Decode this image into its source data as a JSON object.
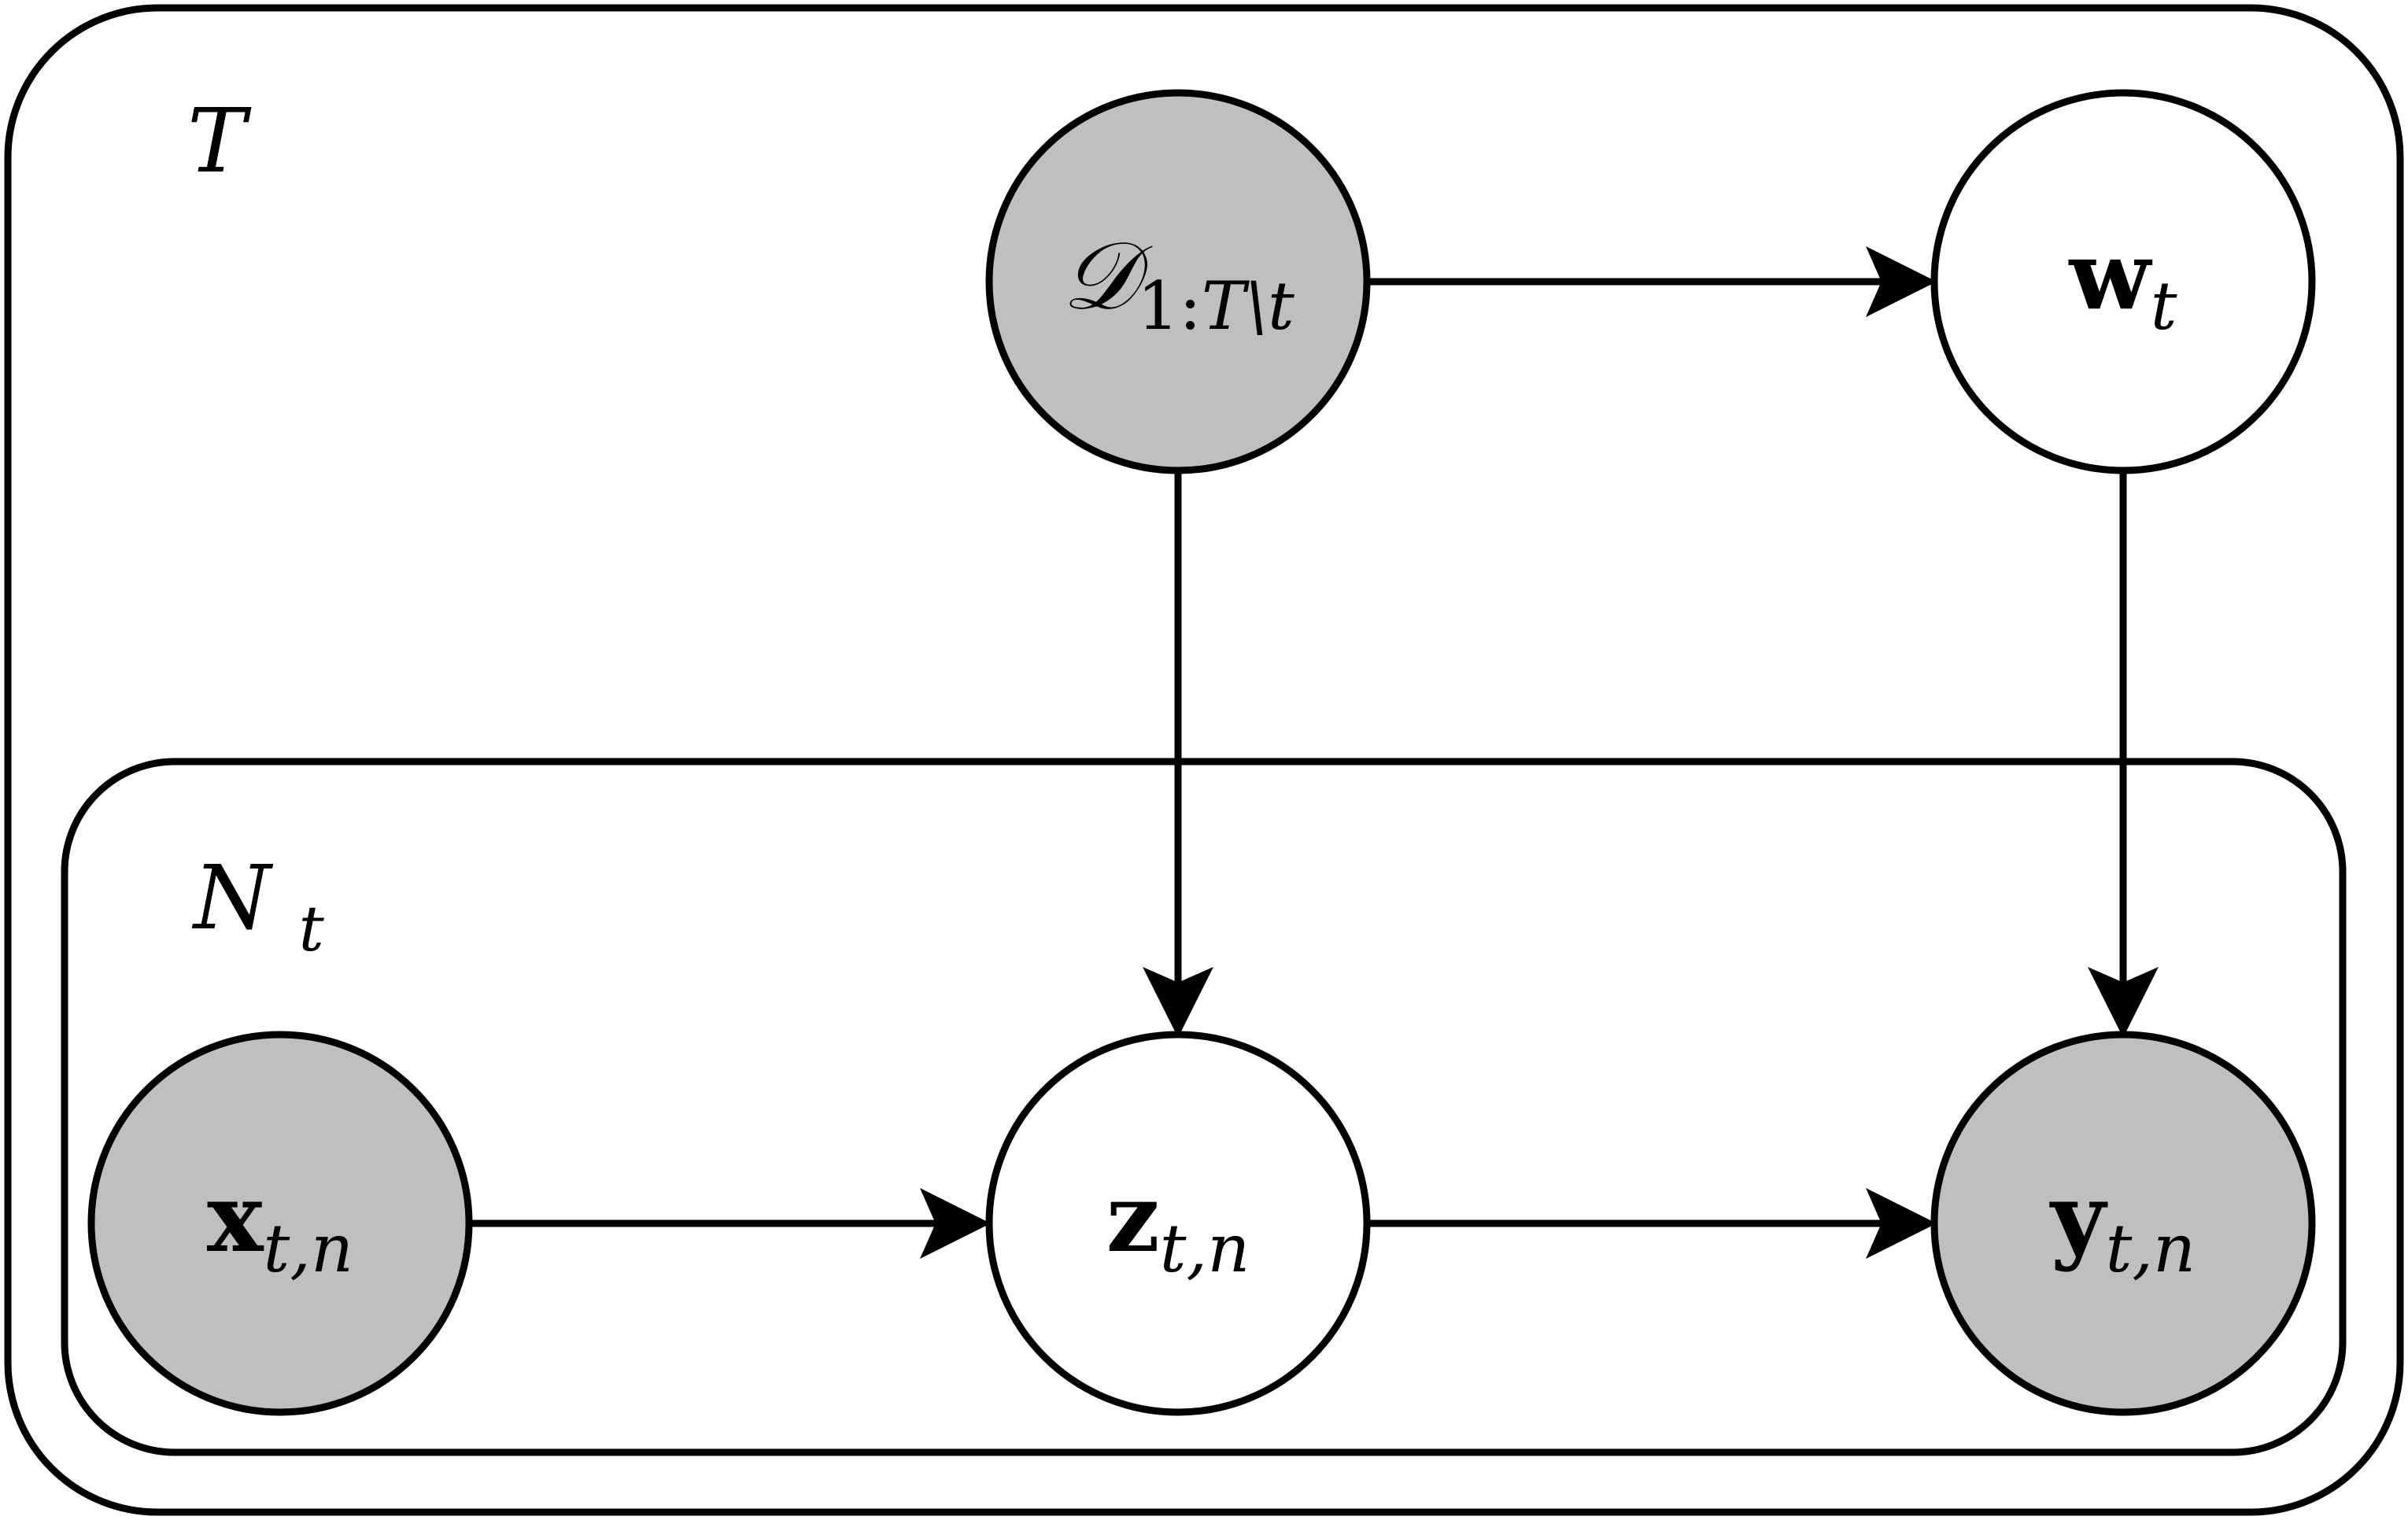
{
  "plates": {
    "outer": {
      "label": "T"
    },
    "inner": {
      "label_base": "N",
      "label_sub": "t"
    }
  },
  "nodes": {
    "D": {
      "base": "𝒟",
      "sub_1": "1:",
      "sub_T": "T",
      "sub_rest": "\\t",
      "observed": true
    },
    "w": {
      "base": "w",
      "sub": "t",
      "observed": false
    },
    "x": {
      "base": "x",
      "sub": "t,n",
      "observed": true
    },
    "z": {
      "base": "z",
      "sub": "t,n",
      "observed": false
    },
    "y": {
      "base": "y",
      "sub": "t,n",
      "observed": true
    }
  },
  "edges": [
    {
      "from": "D",
      "to": "w"
    },
    {
      "from": "D",
      "to": "z"
    },
    {
      "from": "w",
      "to": "y"
    },
    {
      "from": "x",
      "to": "z"
    },
    {
      "from": "z",
      "to": "y"
    }
  ],
  "colors": {
    "observed_fill": "#bfbfbf",
    "latent_fill": "#ffffff",
    "stroke": "#000000"
  }
}
